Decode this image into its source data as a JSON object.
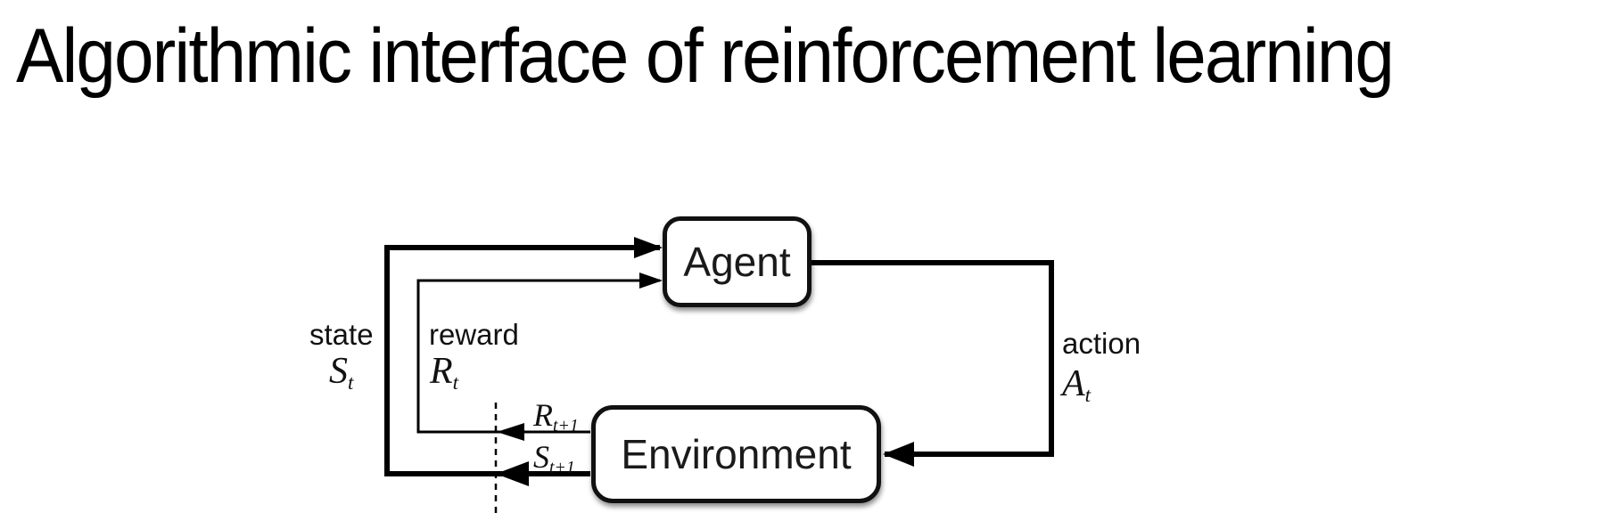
{
  "title": "Algorithmic interface of reinforcement learning",
  "diagram": {
    "nodes": {
      "agent": {
        "label": "Agent"
      },
      "environment": {
        "label": "Environment"
      }
    },
    "labels": {
      "state": {
        "word": "state",
        "symbol": "S",
        "sub": "t"
      },
      "reward": {
        "word": "reward",
        "symbol": "R",
        "sub": "t"
      },
      "action": {
        "word": "action",
        "symbol": "A",
        "sub": "t"
      },
      "next_reward": {
        "symbol": "R",
        "sub": "t+1"
      },
      "next_state": {
        "symbol": "S",
        "sub": "t+1"
      }
    },
    "edges": [
      "environment-to-agent-state",
      "environment-to-agent-reward",
      "agent-to-environment-action"
    ],
    "colors": {
      "line": "#000000",
      "box_border": "#111111",
      "box_fill": "#ffffff",
      "text": "#000000",
      "background": "#ffffff"
    }
  }
}
